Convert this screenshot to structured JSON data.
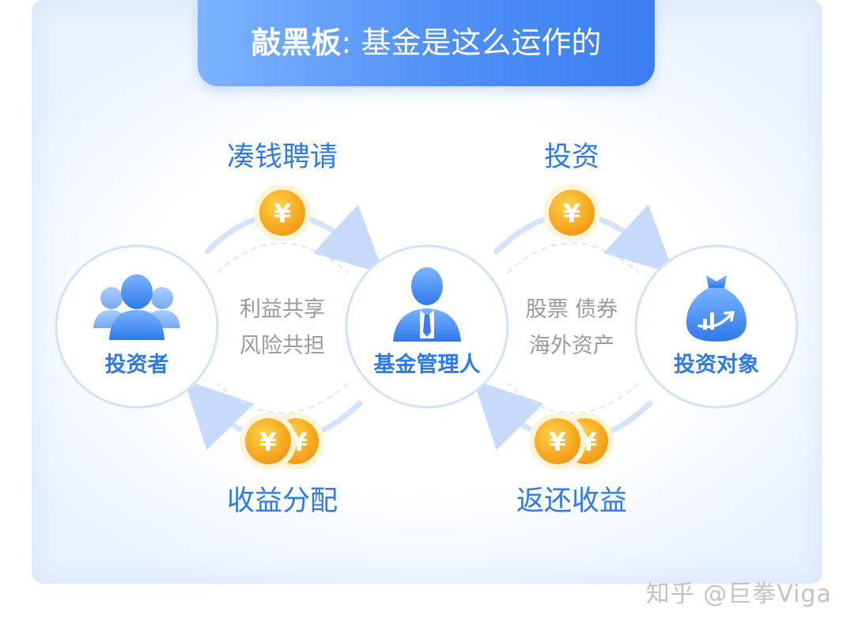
{
  "title": {
    "prefix": "敲黑板",
    "separator": ":",
    "text": "基金是这么运作的"
  },
  "nodes": {
    "investor": {
      "label": "投资者",
      "icon": "people-icon"
    },
    "manager": {
      "label": "基金管理人",
      "icon": "businessman-icon"
    },
    "target": {
      "label": "投资对象",
      "icon": "money-bag-chart-icon"
    }
  },
  "left_cycle": {
    "top_label": "凑钱聘请",
    "bottom_label": "收益分配",
    "center_line1": "利益共享",
    "center_line2": "风险共担",
    "coin_symbol": "¥"
  },
  "right_cycle": {
    "top_label": "投资",
    "bottom_label": "返还收益",
    "center_line1": "股票 债券",
    "center_line2": "海外资产",
    "coin_symbol": "¥"
  },
  "watermark": "知乎 @巨拳Viga",
  "colors": {
    "primary": "#2f7be6",
    "coin": "#f8b82c",
    "ring": "#cfe0fb",
    "muted": "#9a9a9a"
  }
}
